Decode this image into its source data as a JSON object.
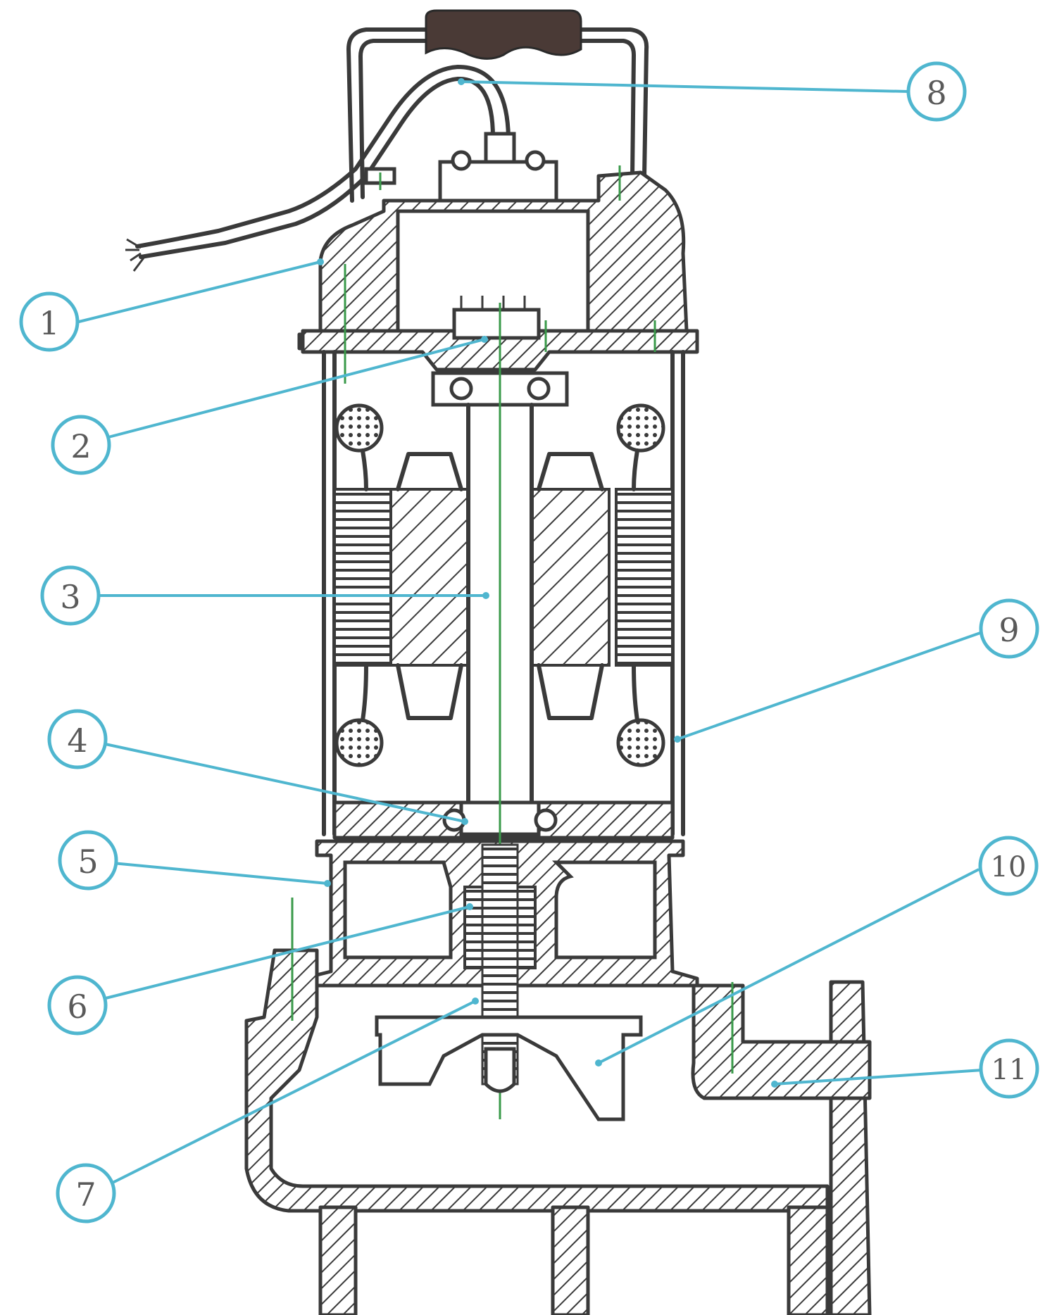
{
  "colors": {
    "callout": "#4fb6cf",
    "outline": "#3a3a3a",
    "handle": "#4a3a36",
    "bolt": "#3a9a4a"
  },
  "callouts": [
    {
      "id": "1",
      "label": "1"
    },
    {
      "id": "2",
      "label": "2"
    },
    {
      "id": "3",
      "label": "3"
    },
    {
      "id": "4",
      "label": "4"
    },
    {
      "id": "5",
      "label": "5"
    },
    {
      "id": "6",
      "label": "6"
    },
    {
      "id": "7",
      "label": "7"
    },
    {
      "id": "8",
      "label": "8"
    },
    {
      "id": "9",
      "label": "9"
    },
    {
      "id": "10",
      "label": "10"
    },
    {
      "id": "11",
      "label": "11"
    }
  ]
}
